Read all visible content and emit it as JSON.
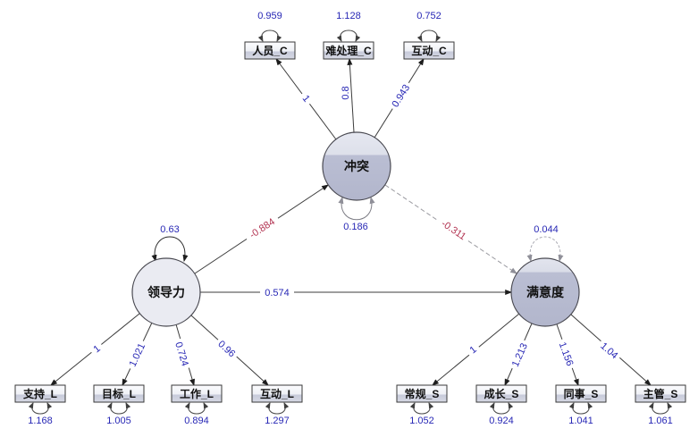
{
  "diagram": {
    "type": "structural-equation-model",
    "latents": {
      "conflict": {
        "label": "冲突",
        "variance": "0.186"
      },
      "leadership": {
        "label": "领导力",
        "variance": "0.63"
      },
      "satisfaction": {
        "label": "满意度",
        "variance": "0.044"
      }
    },
    "indicators": {
      "renyuan_c": {
        "label": "人员_C",
        "loading": "1",
        "variance": "0.959"
      },
      "nanchuli_c": {
        "label": "难处理_C",
        "loading": "0.8",
        "variance": "1.128"
      },
      "hudong_c": {
        "label": "互动_C",
        "loading": "0.943",
        "variance": "0.752"
      },
      "zhichi_l": {
        "label": "支持_L",
        "loading": "1",
        "variance": "1.168"
      },
      "mubiao_l": {
        "label": "目标_L",
        "loading": "1.021",
        "variance": "1.005"
      },
      "gongzuo_l": {
        "label": "工作_L",
        "loading": "0.724",
        "variance": "0.894"
      },
      "hudong_l": {
        "label": "互动_L",
        "loading": "0.96",
        "variance": "1.297"
      },
      "changgui_s": {
        "label": "常规_S",
        "loading": "1",
        "variance": "1.052"
      },
      "chengzhang_s": {
        "label": "成长_S",
        "loading": "1.213",
        "variance": "0.924"
      },
      "tongshi_s": {
        "label": "同事_S",
        "loading": "1.156",
        "variance": "1.041"
      },
      "zhuguan_s": {
        "label": "主管_S",
        "loading": "1.04",
        "variance": "1.061"
      }
    },
    "paths": {
      "leadership_conflict": {
        "from": "领导力",
        "to": "冲突",
        "value": "-0.884",
        "style": "solid"
      },
      "leadership_satisfaction": {
        "from": "领导力",
        "to": "满意度",
        "value": "0.574",
        "style": "solid"
      },
      "conflict_satisfaction": {
        "from": "冲突",
        "to": "满意度",
        "value": "-0.311",
        "style": "dashed"
      }
    },
    "colors": {
      "coefficient_blue": "#2727b5",
      "coefficient_red": "#b23351",
      "latent_fill": "#b9bdd2",
      "latent_fill_light": "#eaebf2",
      "line": "#3c3c3c",
      "dashed_line": "#9a9aa0",
      "background": "#ffffff"
    }
  }
}
